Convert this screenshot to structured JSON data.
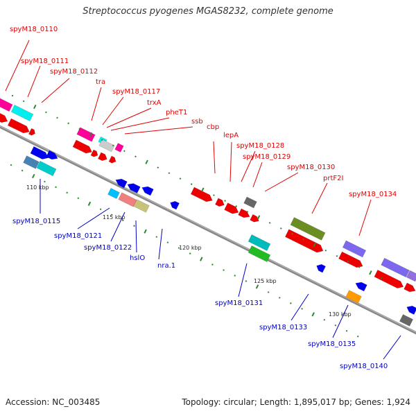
{
  "title": "Streptococcus pyogenes MGAS8232, complete genome",
  "footer": {
    "accession": "Accession: NC_003485",
    "summary": "Topology: circular; Length: 1,895,017 bp; Genes: 1,924"
  },
  "colors": {
    "top_label": "#e00000",
    "bottom_label": "#0000c0",
    "backbone": "#888888",
    "tick": "#2a8a2a"
  },
  "ticks": [
    "110 kbp",
    "115 kbp",
    "120 kbp",
    "125 kbp",
    "130 kbp"
  ],
  "top_labels": [
    "spyM18_0110",
    "spyM18_0111",
    "spyM18_0112",
    "tra",
    "spyM18_0117",
    "trxA",
    "pheT1",
    "ssb",
    "cbp",
    "lepA",
    "spyM18_0128",
    "spyM18_0129",
    "spyM18_0130",
    "prtF2I",
    "spyM18_0134"
  ],
  "bottom_labels": [
    "spyM18_0115",
    "spyM18_0121",
    "spyM18_0122",
    "hslO",
    "nra.1",
    "spyM18_0131",
    "spyM18_0133",
    "spyM18_0135",
    "spyM18_0140"
  ]
}
